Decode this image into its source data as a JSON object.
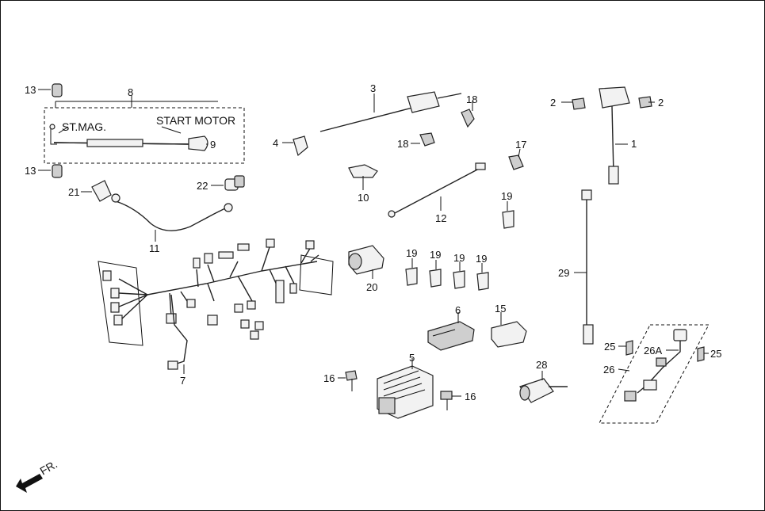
{
  "labels": {
    "p1": "1",
    "p2a": "2",
    "p2b": "2",
    "p3": "3",
    "p4": "4",
    "p5": "5",
    "p6": "6",
    "p7": "7",
    "p8": "8",
    "p9": "9",
    "p10": "10",
    "p11": "11",
    "p12": "12",
    "p13a": "13",
    "p13b": "13",
    "p15": "15",
    "p16a": "16",
    "p16b": "16",
    "p17": "17",
    "p18a": "18",
    "p18b": "18",
    "p19a": "19",
    "p19b": "19",
    "p19c": "19",
    "p19d": "19",
    "p19e": "19",
    "p20": "20",
    "p21": "21",
    "p22": "22",
    "p25a": "25",
    "p25b": "25",
    "p26": "26",
    "p26a": "26A",
    "p28": "28",
    "p29": "29"
  },
  "captions": {
    "st_mag": "ST.MAG.",
    "start_motor": "START MOTOR",
    "front": "FR."
  }
}
